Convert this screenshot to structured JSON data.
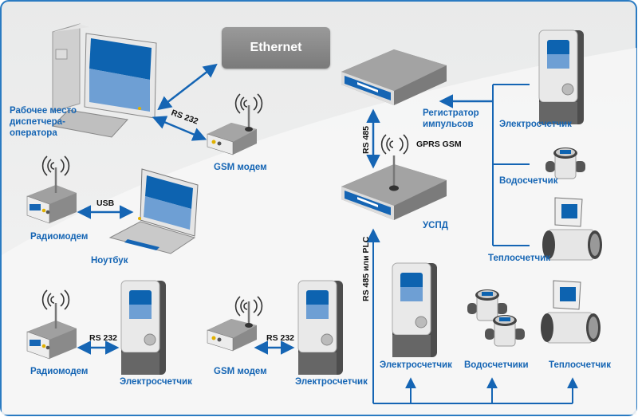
{
  "colors": {
    "accent": "#1565b4",
    "frame": "#2a7bc2",
    "device_gray": "#8a8a8a",
    "screen_blue": "#0d63b0"
  },
  "network": {
    "label": "Ethernet"
  },
  "nodes": {
    "workstation": {
      "label": "Рабочее место диспетчера-оператора",
      "icon": "desktop-computer-icon"
    },
    "gsm_modem_top": {
      "label": "GSM модем",
      "icon": "gsm-modem-icon"
    },
    "radiomodem_mid": {
      "label": "Радиомодем",
      "icon": "radio-modem-icon"
    },
    "laptop": {
      "label": "Ноутбук",
      "icon": "laptop-icon"
    },
    "radiomodem_bottom": {
      "label": "Радиомодем",
      "icon": "radio-modem-icon"
    },
    "meter_bottom_left": {
      "label": "Электросчетчик",
      "icon": "electricity-meter-icon"
    },
    "gsm_modem_bottom": {
      "label": "GSM модем",
      "icon": "gsm-modem-icon"
    },
    "meter_bottom_mid": {
      "label": "Электросчетчик",
      "icon": "electricity-meter-icon"
    },
    "pulse_registrar": {
      "label": "Регистратор импульсов",
      "icon": "server-box-icon"
    },
    "uspd": {
      "label": "УСПД",
      "icon": "server-box-icon"
    },
    "meter_right_top": {
      "label": "Электросчетчик",
      "icon": "electricity-meter-icon"
    },
    "water_meter_right": {
      "label": "Водосчетчик",
      "icon": "water-meter-icon"
    },
    "heat_meter_right": {
      "label": "Теплосчетчик",
      "icon": "heat-meter-icon"
    },
    "meter_bus": {
      "label": "Электросчетчик",
      "icon": "electricity-meter-icon"
    },
    "water_meters_bus": {
      "label": "Водосчетчики",
      "icon": "water-meters-icon"
    },
    "heat_meter_bus": {
      "label": "Теплосчетчик",
      "icon": "heat-meter-icon"
    }
  },
  "links": {
    "workstation_gsm": "RS 232",
    "radiomodem_laptop": "USB",
    "radiomodem_meter": "RS 232",
    "gsm_meter": "RS 232",
    "registrar_uspd": "RS 485",
    "uspd_wireless": "GPRS GSM",
    "bus_uspd": "RS 485 или PLC"
  }
}
